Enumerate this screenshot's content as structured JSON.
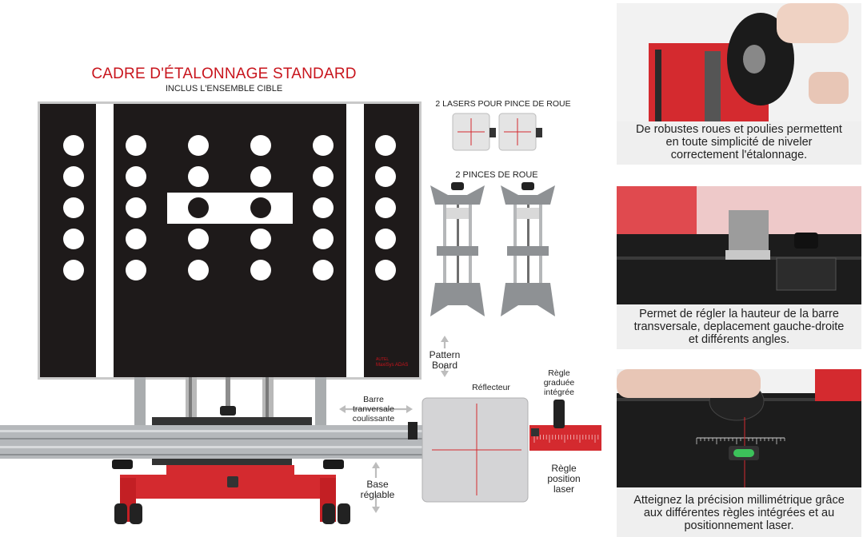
{
  "header": {
    "title": "CADRE D'ÉTALONNAGE STANDARD",
    "subtitle": "INCLUS L'ENSEMBLE CIBLE"
  },
  "board": {
    "brand_small": "AUTEL",
    "brand": "MaxiSys ADAS"
  },
  "labels": {
    "lasers": "2  LASERS POUR PINCE DE ROUE",
    "clamps": "2 PINCES DE ROUE",
    "pattern_board": [
      "Pattern",
      "Board"
    ],
    "reflector": "Réflecteur",
    "graduated_rule": [
      "Règle",
      "graduée",
      "intégrée"
    ],
    "crossbar": [
      "Barre",
      "tranversale",
      "coulissante"
    ],
    "adjustable_base": [
      "Base",
      "réglable"
    ],
    "laser_rule": [
      "Règle",
      "position",
      "laser"
    ]
  },
  "captions": [
    [
      "De robustes roues et poulies permettent",
      "en toute simplicité de niveler",
      "correctement l'étalonnage."
    ],
    [
      "Permet de régler la hauteur de la barre",
      "transversale, deplacement gauche-droite",
      "et différents angles."
    ],
    [
      "Atteignez la précision millimétrique grâce",
      "aux différentes règles intégrées et au",
      "positionnement laser."
    ]
  ],
  "colors": {
    "accent_red": "#c8141c",
    "frame_red": "#d42a2f",
    "board_black": "#1e1a1a",
    "caption_bg": "#efefef"
  }
}
